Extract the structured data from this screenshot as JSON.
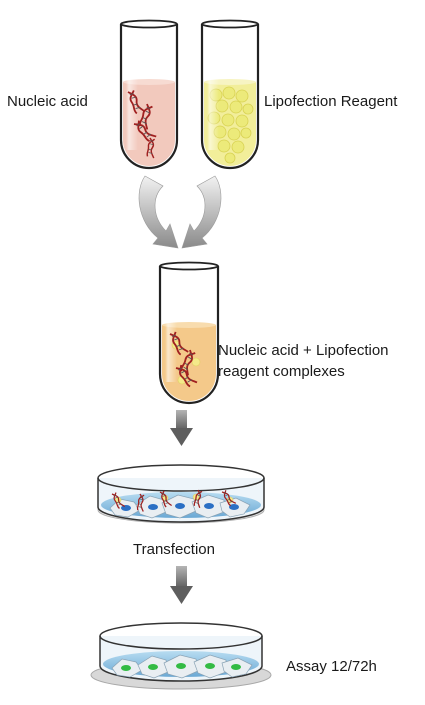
{
  "labels": {
    "nucleic_acid": "Nucleic acid",
    "lipofection_reagent": "Lipofection Reagent",
    "complex_line1": "Nucleic acid + Lipofection",
    "complex_line2": "reagent complexes",
    "transfection": "Transfection",
    "assay": "Assay 12/72h"
  },
  "colors": {
    "nucleic_liquid": "#f2c9bd",
    "reagent_liquid": "#f2ee9a",
    "complex_liquid": "#f4c98a",
    "dna_strand": "#a02020",
    "dish_medium": "#8fc3e3",
    "cell_nucleus": "#2b6fc4",
    "cell_nucleus_expressing": "#33bb44",
    "arrow": "#777777"
  }
}
